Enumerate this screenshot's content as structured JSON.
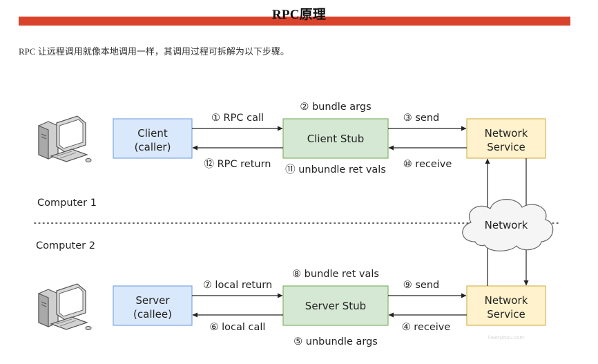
{
  "title": "RPC原理",
  "intro": "RPC 让远程调用就像本地调用一样，其调用过程可拆解为以下步骤。",
  "colors": {
    "accent_bar": "#d9432b",
    "client_box": "#dae8fc",
    "stub_box": "#d5e8d4",
    "network_box": "#fff2cc"
  },
  "diagram": {
    "computer1_label": "Computer 1",
    "computer2_label": "Computer 2",
    "client": {
      "line1": "Client",
      "line2": "(caller)"
    },
    "client_stub": "Client Stub",
    "network_service_top": {
      "line1": "Network",
      "line2": "Service"
    },
    "network_cloud": "Network",
    "server": {
      "line1": "Server",
      "line2": "(callee)"
    },
    "server_stub": "Server Stub",
    "network_service_bottom": {
      "line1": "Network",
      "line2": "Service"
    },
    "steps": {
      "s1": "① RPC call",
      "s2": "② bundle args",
      "s3": "③ send",
      "s4": "④ receive",
      "s5": "⑤ unbundle args",
      "s6": "⑥ local call",
      "s7": "⑦ local return",
      "s8": "⑧ bundle ret vals",
      "s9": "⑨ send",
      "s10": "⑩ receive",
      "s11": "⑪ unbundle ret vals",
      "s12": "⑫ RPC return"
    },
    "computer_icon": "desktop-computer-icon",
    "watermark": "liwenzhou.com"
  }
}
